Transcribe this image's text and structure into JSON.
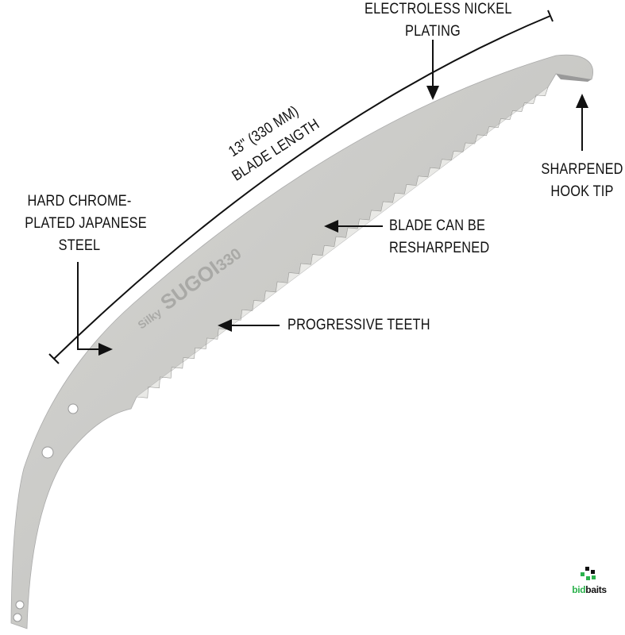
{
  "labels": {
    "coating": [
      "ELECTROLESS NICKEL",
      "PLATING"
    ],
    "length": [
      "13\" (330 MM)",
      "BLADE LENGTH"
    ],
    "hook": [
      "SHARPENED",
      "HOOK TIP"
    ],
    "steel": [
      "HARD CHROME-",
      "PLATED JAPANESE",
      "STEEL"
    ],
    "resharpen": [
      "BLADE CAN BE",
      "RESHARPENED"
    ],
    "teeth": [
      "PROGRESSIVE TEETH"
    ]
  },
  "blade_marking": {
    "brand": "Silky",
    "model": "SUGOI",
    "size": "330"
  },
  "watermark": {
    "part1": "bid",
    "part2": "baits"
  },
  "colors": {
    "blade": "#c9c9c6",
    "blade_edge": "#e6e6e3",
    "text": "#111111",
    "logo_green": "#2bb24c"
  }
}
